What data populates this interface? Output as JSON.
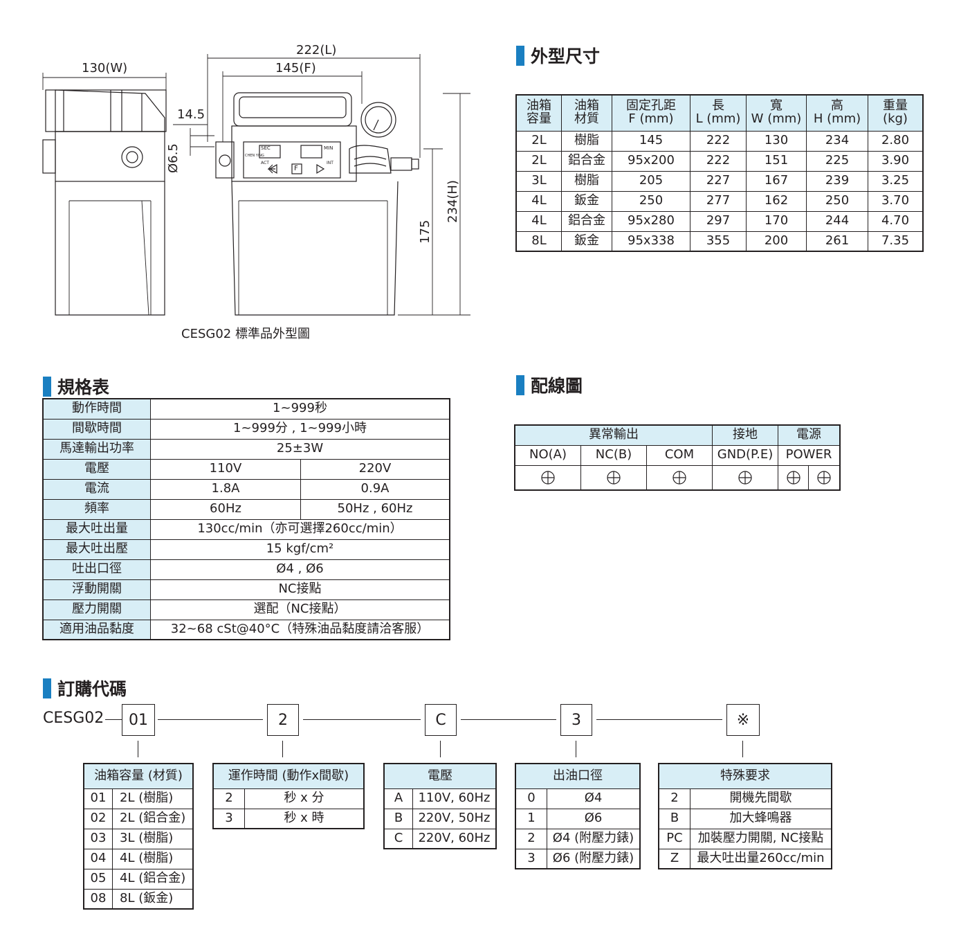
{
  "drawing": {
    "caption": "CESG02 標準品外型圖",
    "dim_w": "130(W)",
    "dim_l": "222(L)",
    "dim_f": "145(F)",
    "dim_14_5": "14.5",
    "dim_hole": "Ø6.5",
    "dim_175": "175",
    "dim_h": "234(H)",
    "panel_sec": "SEC",
    "panel_min": "MIN",
    "panel_act": "ACT",
    "panel_int": "INT",
    "panel_f": "F",
    "panel_brand": "CHEN YING"
  },
  "dimensions": {
    "heading": "外型尺寸",
    "headers": [
      [
        "油箱",
        "容量"
      ],
      [
        "油箱",
        "材質"
      ],
      [
        "固定孔距",
        "F (mm)"
      ],
      [
        "長",
        "L (mm)"
      ],
      [
        "寬",
        "W (mm)"
      ],
      [
        "高",
        "H (mm)"
      ],
      [
        "重量",
        "(kg)"
      ]
    ],
    "rows": [
      [
        "2L",
        "樹脂",
        "145",
        "222",
        "130",
        "234",
        "2.80"
      ],
      [
        "2L",
        "鋁合金",
        "95x200",
        "222",
        "151",
        "225",
        "3.90"
      ],
      [
        "3L",
        "樹脂",
        "205",
        "227",
        "167",
        "239",
        "3.25"
      ],
      [
        "4L",
        "鈑金",
        "250",
        "277",
        "162",
        "250",
        "3.70"
      ],
      [
        "4L",
        "鋁合金",
        "95x280",
        "297",
        "170",
        "244",
        "4.70"
      ],
      [
        "8L",
        "鈑金",
        "95x338",
        "355",
        "200",
        "261",
        "7.35"
      ]
    ]
  },
  "specs": {
    "heading": "規格表",
    "rows": [
      {
        "label": "動作時間",
        "value": "1~999秒"
      },
      {
        "label": "間歇時間",
        "value": "1~999分 , 1~999小時"
      },
      {
        "label": "馬達輸出功率",
        "value": "25±3W"
      },
      {
        "label": "電壓",
        "v1": "110V",
        "v2": "220V"
      },
      {
        "label": "電流",
        "v1": "1.8A",
        "v2": "0.9A"
      },
      {
        "label": "頻率",
        "v1": "60Hz",
        "v2": "50Hz , 60Hz"
      },
      {
        "label": "最大吐出量",
        "value": "130cc/min（亦可選擇260cc/min）"
      },
      {
        "label": "最大吐出壓",
        "value": "15 kgf/cm²"
      },
      {
        "label": "吐出口徑",
        "value": "Ø4 , Ø6"
      },
      {
        "label": "浮動開關",
        "value": "NC接點"
      },
      {
        "label": "壓力開關",
        "value": "選配（NC接點）"
      },
      {
        "label": "適用油品黏度",
        "value": "32~68 cSt@40°C（特殊油品黏度請洽客服）"
      }
    ]
  },
  "wiring": {
    "heading": "配線圖",
    "group_abnormal": "異常輸出",
    "group_ground": "接地",
    "group_power": "電源",
    "terminals": [
      "NO(A)",
      "NC(B)",
      "COM",
      "GND(P.E)",
      "POWER"
    ]
  },
  "order": {
    "heading": "訂購代碼",
    "prefix": "CESG02",
    "codes": [
      "01",
      "2",
      "C",
      "3",
      "※"
    ],
    "tank": {
      "title": "油箱容量 (材質)",
      "rows": [
        [
          "01",
          "2L (樹脂)"
        ],
        [
          "02",
          "2L (鋁合金)"
        ],
        [
          "03",
          "3L (樹脂)"
        ],
        [
          "04",
          "4L (樹脂)"
        ],
        [
          "05",
          "4L (鋁合金)"
        ],
        [
          "08",
          "8L (鈑金)"
        ]
      ]
    },
    "time": {
      "title": "運作時間 (動作x間歇)",
      "rows": [
        [
          "2",
          "秒 x 分"
        ],
        [
          "3",
          "秒 x 時"
        ]
      ]
    },
    "voltage": {
      "title": "電壓",
      "rows": [
        [
          "A",
          "110V, 60Hz"
        ],
        [
          "B",
          "220V, 50Hz"
        ],
        [
          "C",
          "220V, 60Hz"
        ]
      ]
    },
    "port": {
      "title": "出油口徑",
      "rows": [
        [
          "0",
          "Ø4"
        ],
        [
          "1",
          "Ø6"
        ],
        [
          "2",
          "Ø4 (附壓力錶)"
        ],
        [
          "3",
          "Ø6 (附壓力錶)"
        ]
      ]
    },
    "special": {
      "title": "特殊要求",
      "rows": [
        [
          "2",
          "開機先間歇"
        ],
        [
          "B",
          "加大蜂鳴器"
        ],
        [
          "PC",
          "加裝壓力開關, NC接點"
        ],
        [
          "Z",
          "最大吐出量260cc/min"
        ]
      ]
    }
  }
}
